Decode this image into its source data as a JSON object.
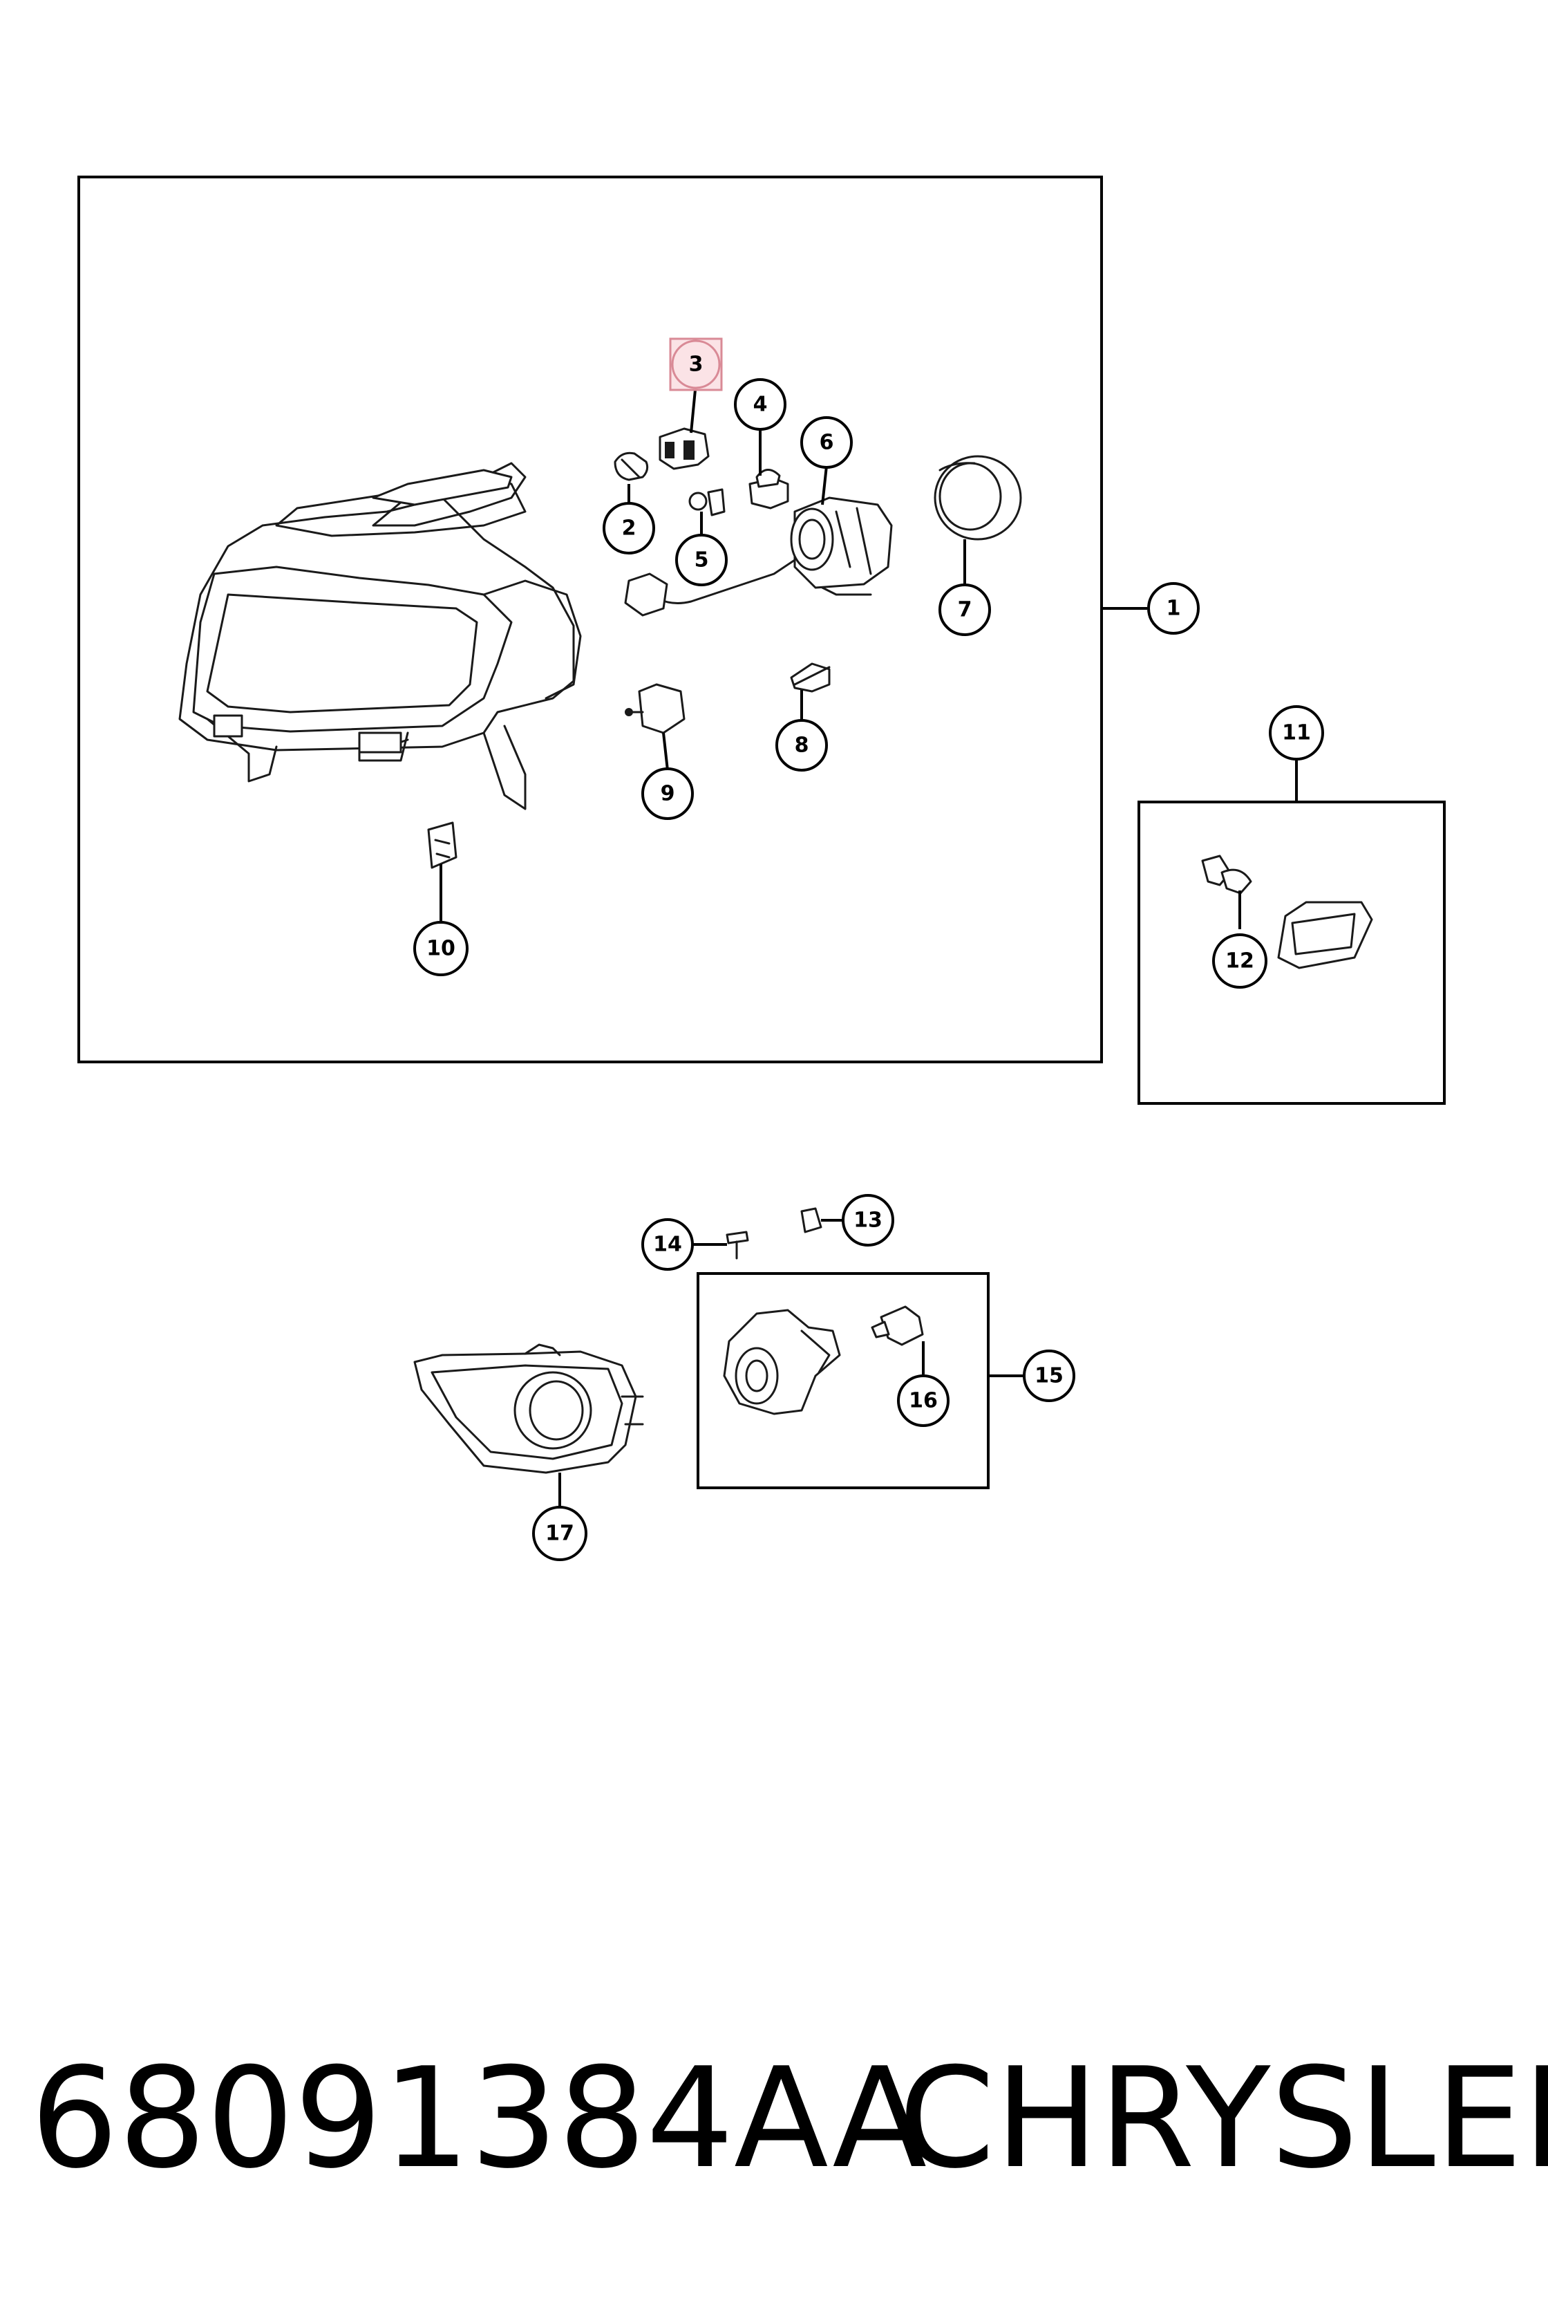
{
  "callouts": {
    "c1": "1",
    "c2": "2",
    "c3": "3",
    "c4": "4",
    "c5": "5",
    "c6": "6",
    "c7": "7",
    "c8": "8",
    "c9": "9",
    "c10": "10",
    "c11": "11",
    "c12": "12",
    "c13": "13",
    "c14": "14",
    "c15": "15",
    "c16": "16",
    "c17": "17"
  },
  "footer": {
    "part_number": "68091384AA",
    "brand": "CHRYSLER"
  },
  "colors": {
    "highlight_fill": "#fbe3e6",
    "highlight_stroke": "#d98a96",
    "line": "#000000"
  }
}
